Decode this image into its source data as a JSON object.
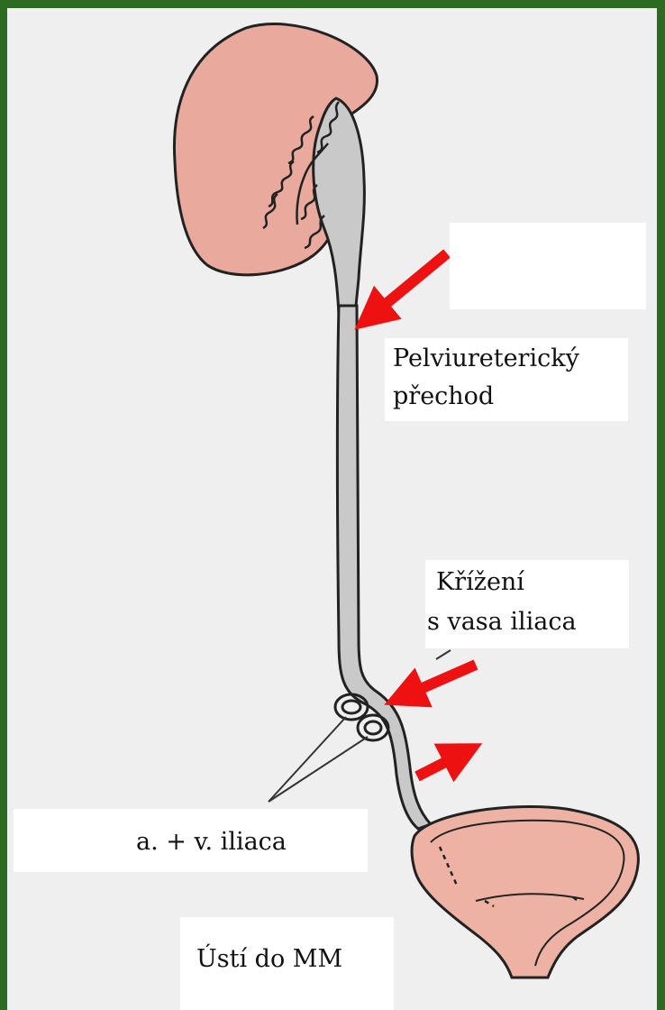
{
  "labels": {
    "pelviureteric_line1": "Pelviureterický",
    "pelviureteric_line2": "přechod",
    "crossing_line1": "Křížení",
    "crossing_line2": "s vasa iliaca",
    "iliac_vessels": "a. + v. iliaca",
    "ureteral_orifice": "Ústí do MM"
  },
  "colors": {
    "border": "#2e6b22",
    "background": "#efefef",
    "kidney": "#e9a99d",
    "bladder": "#eeb2a5",
    "pelvis_gray": "#c9c9c9",
    "arrow": "#ee1111"
  }
}
